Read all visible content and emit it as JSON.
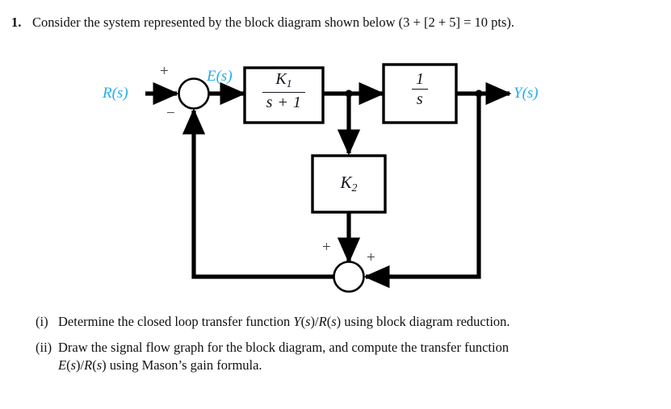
{
  "question": {
    "number": "1.",
    "text": "Consider the system represented by the block diagram shown below (3 + [2 + 5] = 10 pts)."
  },
  "colors": {
    "signal_label": "#22AEEA",
    "line": "#000000",
    "sign": "#3a3a46",
    "background": "#ffffff"
  },
  "diagram": {
    "type": "control-system-block-diagram",
    "input_label": "R(s)",
    "output_label": "Y(s)",
    "error_label": "E(s)",
    "summing_junction_1": {
      "name": "input-summing-junction",
      "sign_top": "+",
      "sign_bottom": "−"
    },
    "summing_junction_2": {
      "name": "feedback-summing-junction",
      "sign_left": "+",
      "sign_right": "+"
    },
    "blocks": [
      {
        "id": "k1-block",
        "numerator": "K",
        "numerator_sub": "1",
        "denominator": "s + 1",
        "kind": "fraction"
      },
      {
        "id": "integrator-block",
        "numerator": "1",
        "denominator": "s",
        "kind": "fraction"
      },
      {
        "id": "k2-block",
        "gain": "K",
        "gain_sub": "2",
        "kind": "gain"
      }
    ]
  },
  "subquestions": [
    {
      "marker": "(i)",
      "lines": [
        "Determine the closed loop transfer function Y(s)/R(s) using block diagram reduction."
      ]
    },
    {
      "marker": "(ii)",
      "lines": [
        "Draw the signal flow graph for the block diagram, and compute the transfer function",
        "E(s)/R(s) using Mason’s gain formula."
      ]
    }
  ]
}
